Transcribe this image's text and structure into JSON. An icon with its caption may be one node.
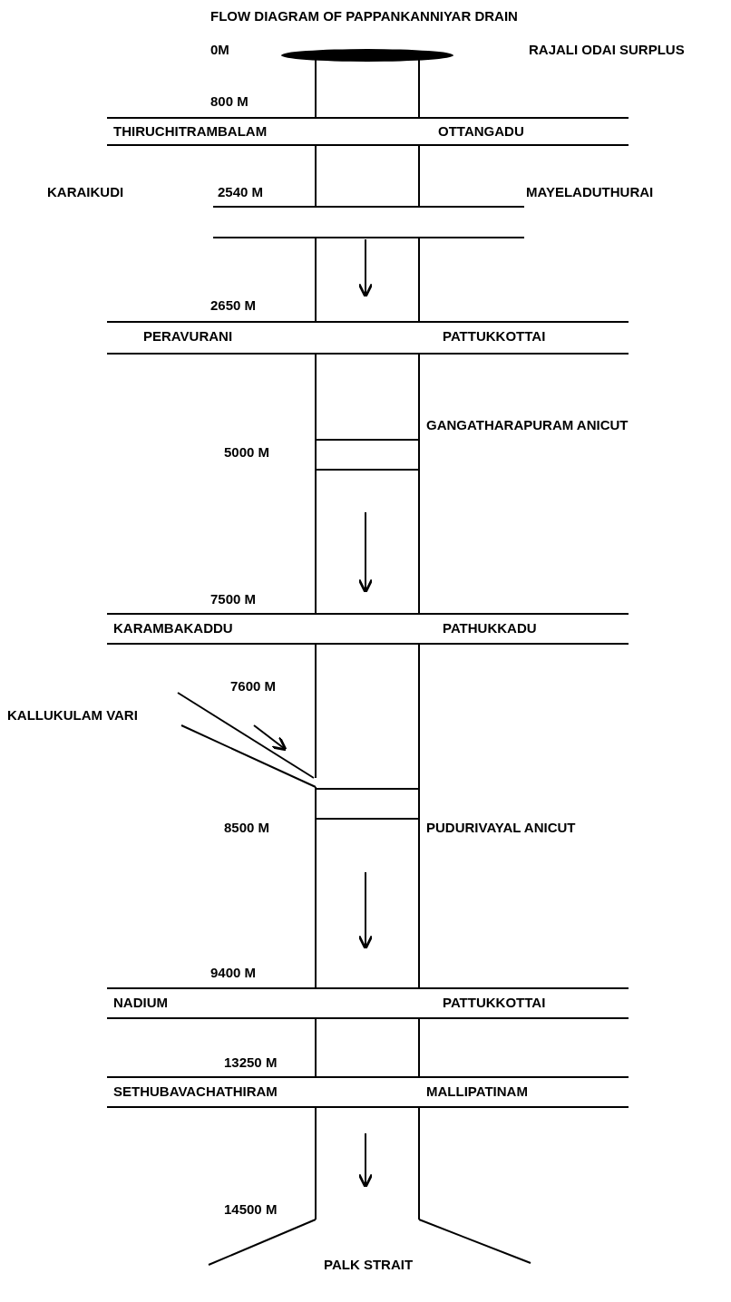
{
  "diagram": {
    "title": "FLOW DIAGRAM OF PAPPANKANNIYAR DRAIN",
    "labels": [
      "0M",
      "RAJALI ODAI SURPLUS",
      "800 M",
      "THIRUCHITRAMBALAM",
      "OTTANGADU",
      "KARAIKUDI",
      "2540 M",
      "MAYELADUTHURAI",
      "2650 M",
      "PERAVURANI",
      "PATTUKKOTTAI",
      "GANGATHARAPURAM ANICUT",
      "5000 M",
      "7500 M",
      "KARAMBAKADDU",
      "PATHUKKADU",
      "7600 M",
      "KALLUKULAM VARI",
      "8500 M",
      "PUDURIVAYAL ANICUT",
      "9400 M",
      "NADIUM",
      "PATTUKKOTTAI",
      "13250 M",
      "SETHUBAVACHATHIRAM",
      "MALLIPATINAM",
      "14500 M",
      "PALK STRAIT"
    ]
  }
}
